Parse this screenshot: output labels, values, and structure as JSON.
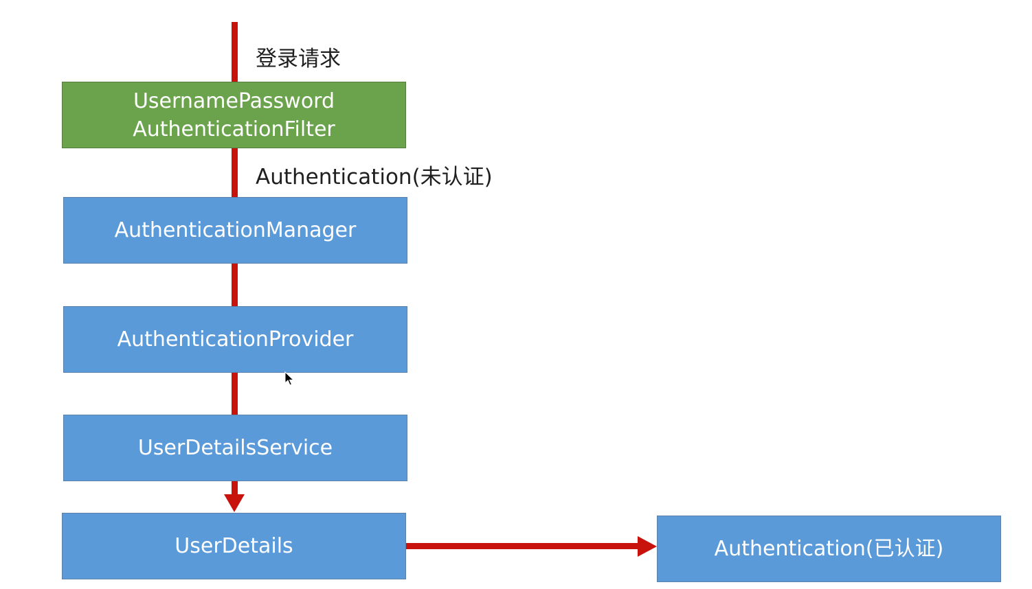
{
  "diagram": {
    "request_label": "登录请求",
    "filter_box": {
      "line1": "UsernamePassword",
      "line2": "AuthenticationFilter"
    },
    "unauthenticated_label": "Authentication(未认证)",
    "manager_box": "AuthenticationManager",
    "provider_box": "AuthenticationProvider",
    "user_details_service_box": "UserDetailsService",
    "user_details_box": "UserDetails",
    "authenticated_box": "Authentication(已认证)"
  },
  "colors": {
    "flow_line": "#c8120c",
    "filter_box": "#6aa34b",
    "component_box": "#5b9ad8"
  }
}
